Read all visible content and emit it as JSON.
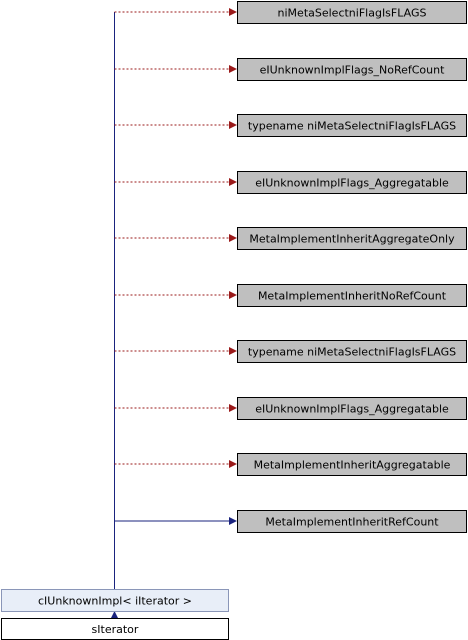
{
  "colors": {
    "template_edge": "#9a1a1a",
    "inherit_edge": "#1a237e",
    "node_fill_gray": "#bfbfbf",
    "node_fill_highlight": "#e8eef8",
    "node_fill_white": "#ffffff",
    "node_stroke_gray": "#000000",
    "node_stroke_highlight": "#8a96b8"
  },
  "nodes": [
    {
      "id": "n0",
      "label": "niMetaSelectniFlagIsFLAGS",
      "style": "gray"
    },
    {
      "id": "n1",
      "label": "eIUnknownImplFlags_NoRefCount",
      "style": "gray"
    },
    {
      "id": "n2",
      "label": "typename niMetaSelectniFlagIsFLAGS",
      "style": "gray"
    },
    {
      "id": "n3",
      "label": "eIUnknownImplFlags_Aggregatable",
      "style": "gray"
    },
    {
      "id": "n4",
      "label": "MetaImplementInheritAggregateOnly",
      "style": "gray"
    },
    {
      "id": "n5",
      "label": "MetaImplementInheritNoRefCount",
      "style": "gray"
    },
    {
      "id": "n6",
      "label": "typename niMetaSelectniFlagIsFLAGS",
      "style": "gray"
    },
    {
      "id": "n7",
      "label": "eIUnknownImplFlags_Aggregatable",
      "style": "gray"
    },
    {
      "id": "n8",
      "label": "MetaImplementInheritAggregatable",
      "style": "gray"
    },
    {
      "id": "n9",
      "label": "MetaImplementInheritRefCount",
      "style": "gray"
    },
    {
      "id": "impl",
      "label": "cIUnknownImpl< iIterator >",
      "style": "highlight"
    },
    {
      "id": "iter",
      "label": "sIterator",
      "style": "white"
    }
  ],
  "edges": [
    {
      "from": "impl",
      "to": "n0",
      "kind": "template"
    },
    {
      "from": "impl",
      "to": "n1",
      "kind": "template"
    },
    {
      "from": "impl",
      "to": "n2",
      "kind": "template"
    },
    {
      "from": "impl",
      "to": "n3",
      "kind": "template"
    },
    {
      "from": "impl",
      "to": "n4",
      "kind": "template"
    },
    {
      "from": "impl",
      "to": "n5",
      "kind": "template"
    },
    {
      "from": "impl",
      "to": "n6",
      "kind": "template"
    },
    {
      "from": "impl",
      "to": "n7",
      "kind": "template"
    },
    {
      "from": "impl",
      "to": "n8",
      "kind": "template"
    },
    {
      "from": "impl",
      "to": "n9",
      "kind": "inherit"
    },
    {
      "from": "iter",
      "to": "impl",
      "kind": "inherit"
    }
  ]
}
